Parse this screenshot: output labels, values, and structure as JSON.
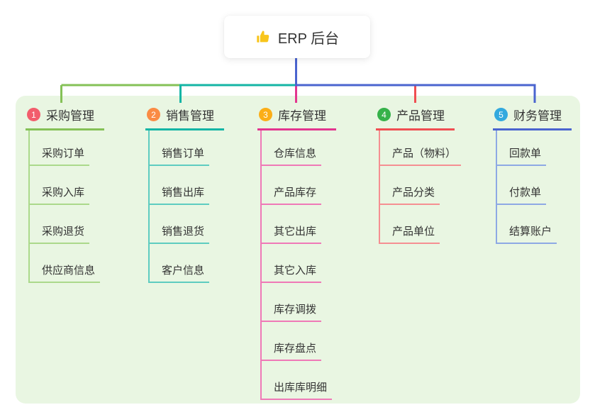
{
  "root": {
    "icon": "thumbs-up",
    "label": "ERP 后台"
  },
  "canvas": {
    "background": "#ffffff",
    "panel_background": "#e9f6e2",
    "root_line_color": "#4a64cf",
    "text_color": "#333333"
  },
  "branches": [
    {
      "badge": "1",
      "label": "采购管理",
      "colors": {
        "badge": "#f25d6c",
        "line": "#85c157",
        "child": "#abd98b"
      },
      "items": [
        "采购订单",
        "采购入库",
        "采购退货",
        "供应商信息"
      ]
    },
    {
      "badge": "2",
      "label": "销售管理",
      "colors": {
        "badge": "#fa8b44",
        "line": "#14b5a5",
        "child": "#5eccc0"
      },
      "items": [
        "销售订单",
        "销售出库",
        "销售退货",
        "客户信息"
      ]
    },
    {
      "badge": "3",
      "label": "库存管理",
      "colors": {
        "badge": "#fbae17",
        "line": "#e3368f",
        "child": "#ef79b7"
      },
      "items": [
        "仓库信息",
        "产品库存",
        "其它出库",
        "其它入库",
        "库存调拨",
        "库存盘点",
        "出库库明细"
      ]
    },
    {
      "badge": "4",
      "label": "产品管理",
      "colors": {
        "badge": "#36b24a",
        "line": "#f04e52",
        "child": "#f58f92"
      },
      "items": [
        "产品（物料）",
        "产品分类",
        "产品单位"
      ]
    },
    {
      "badge": "5",
      "label": "财务管理",
      "colors": {
        "badge": "#32a9de",
        "line": "#4a64cf",
        "child": "#8ea9e4"
      },
      "items": [
        "回款单",
        "付款单",
        "结算账户"
      ]
    }
  ]
}
